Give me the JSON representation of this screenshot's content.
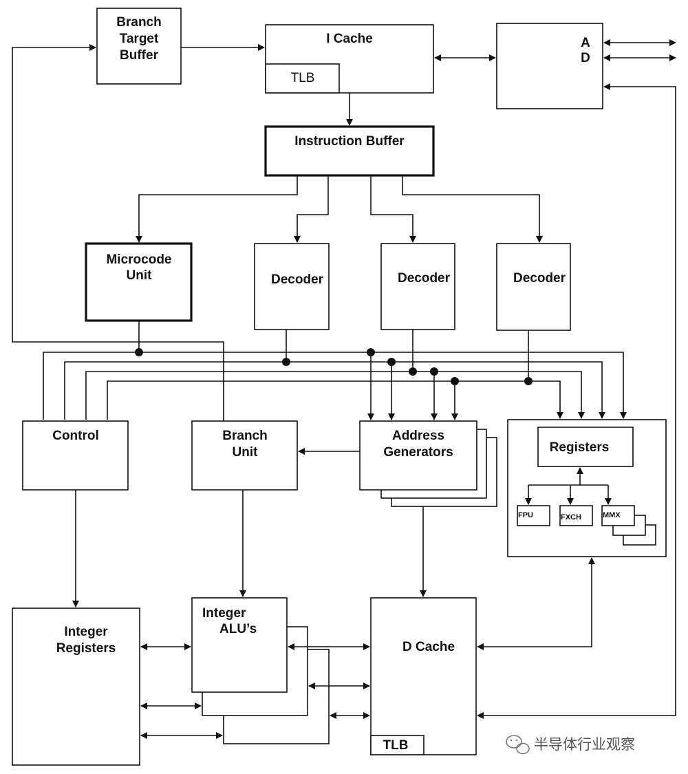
{
  "blocks": {
    "btb": [
      "Branch",
      "Target",
      "Buffer"
    ],
    "icache": "I Cache",
    "icache_tlb": "TLB",
    "ad": [
      "A",
      "D"
    ],
    "instruction_buffer": "Instruction Buffer",
    "microcode": [
      "Microcode",
      "Unit"
    ],
    "decoder1": "Decoder",
    "decoder2": "Decoder",
    "decoder3": "Decoder",
    "control": "Control",
    "branch_unit": [
      "Branch",
      "Unit"
    ],
    "address_generators": [
      "Address",
      "Generators"
    ],
    "registers": "Registers",
    "fpu": "FPU",
    "fxch": "FXCH",
    "mmx": "MMX",
    "integer_registers": [
      "Integer",
      "Registers"
    ],
    "integer_alus": [
      "Integer",
      "ALU’s"
    ],
    "dcache": "D Cache",
    "dcache_tlb": "TLB"
  },
  "watermark": "半导体行业观察"
}
